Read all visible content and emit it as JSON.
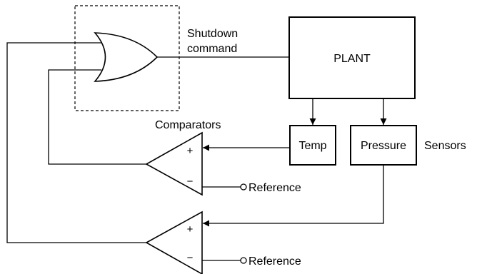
{
  "diagram": {
    "shutdown_label_line1": "Shutdown",
    "shutdown_label_line2": "command",
    "plant_label": "PLANT",
    "temp_label": "Temp",
    "pressure_label": "Pressure",
    "sensors_label": "Sensors",
    "comparators_label": "Comparators",
    "comparator_top": {
      "plus": "+",
      "minus": "−",
      "reference": "Reference"
    },
    "comparator_bottom": {
      "plus": "+",
      "minus": "−",
      "reference": "Reference"
    }
  }
}
